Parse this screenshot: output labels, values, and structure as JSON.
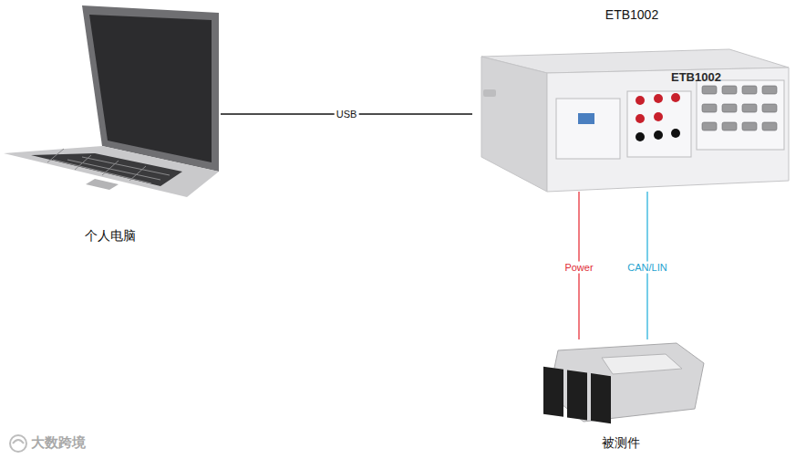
{
  "diagram": {
    "nodes": [
      {
        "text": [
          "个人电脑"
        ]
      },
      {
        "text": [
          "ETB1002"
        ]
      },
      {
        "text": [
          "被测件"
        ]
      }
    ],
    "edges": [
      {
        "from": 0,
        "to": 1,
        "label": "USB",
        "arrow": "none"
      },
      {
        "from": 1,
        "to": 2,
        "label": "Power",
        "arrow": "none"
      },
      {
        "from": 1,
        "to": 2,
        "label": "CAN/LIN",
        "arrow": "none"
      }
    ],
    "labels": [
      "ETB1002",
      "大数跨境"
    ]
  }
}
